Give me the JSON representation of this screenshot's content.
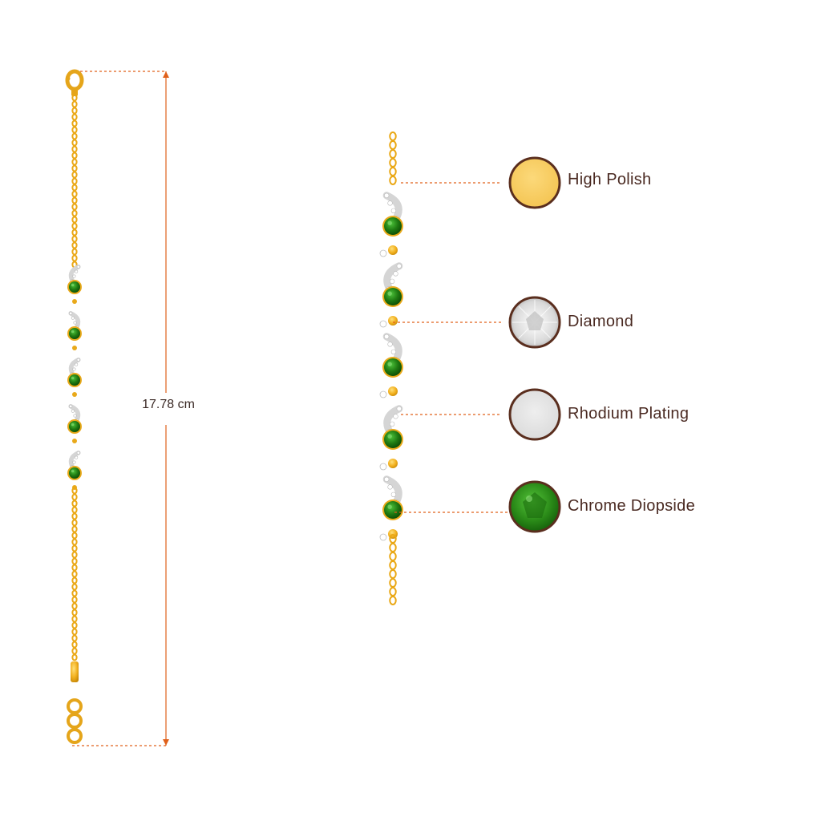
{
  "measurement": {
    "length_label": "17.78 cm"
  },
  "legend": {
    "items": [
      {
        "key": "high-polish",
        "label": "High Polish",
        "swatch": "#f7c95a"
      },
      {
        "key": "diamond",
        "label": "Diamond",
        "swatch": "#e8e8e8"
      },
      {
        "key": "rhodium-plating",
        "label": "Rhodium Plating",
        "swatch": "#e3e3e3"
      },
      {
        "key": "chrome-diopside",
        "label": "Chrome Diopside",
        "swatch": "#2e8b1e"
      }
    ]
  },
  "colors": {
    "gold": "#f2b01e",
    "gold_dark": "#c98a08",
    "gem_green": "#1f7a12",
    "gem_green_dark": "#0b4a05",
    "rhodium": "#dcdcdc",
    "accent_line": "#e0601a",
    "ring_border": "#5a2e1e",
    "text": "#4a2a22"
  }
}
